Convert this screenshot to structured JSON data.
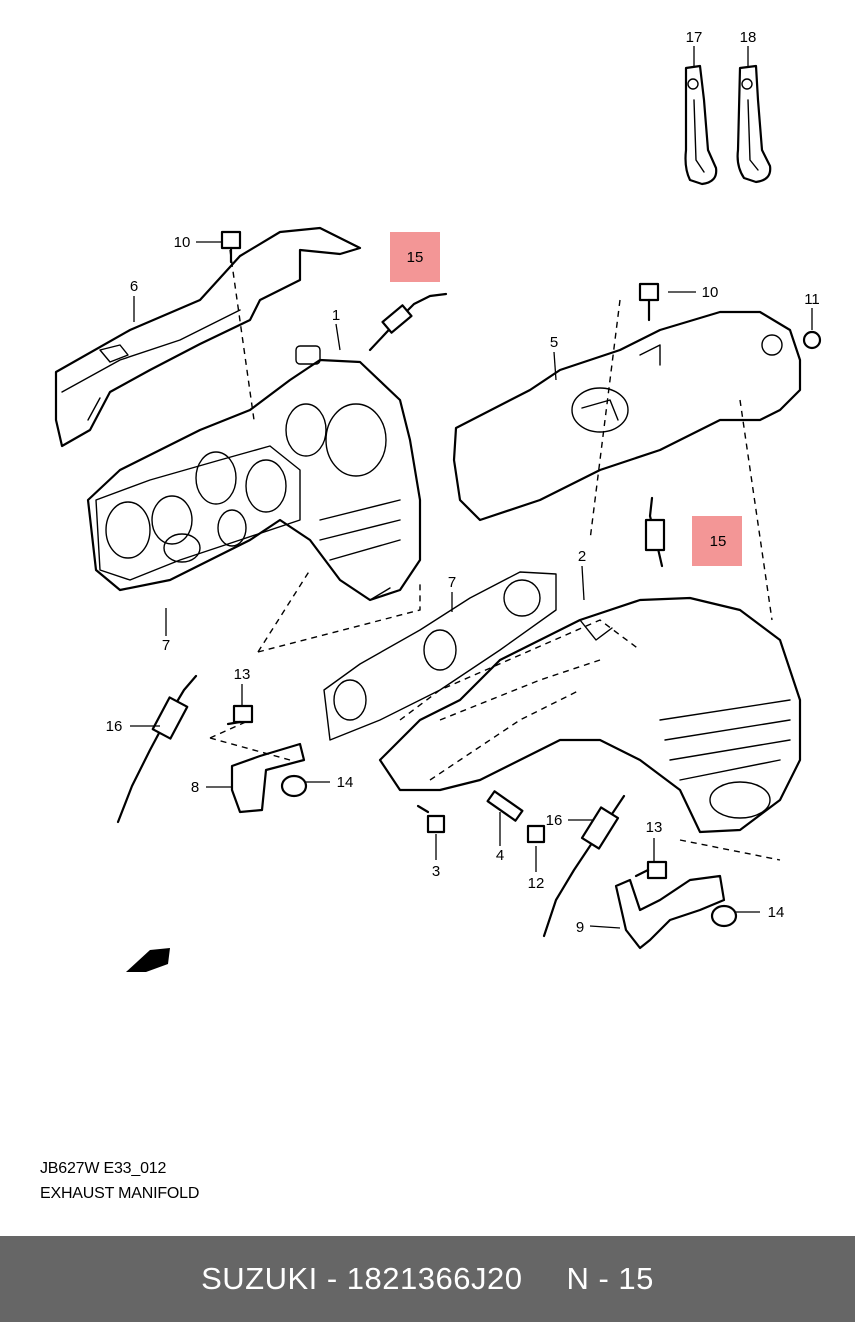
{
  "drawing": {
    "code": "JB627W E33_012",
    "title": "EXHAUST MANIFOLD"
  },
  "callouts": {
    "c1": "1",
    "c2": "2",
    "c3": "3",
    "c4": "4",
    "c5": "5",
    "c6": "6",
    "c7a": "7",
    "c7b": "7",
    "c8": "8",
    "c9": "9",
    "c10a": "10",
    "c10b": "10",
    "c11": "11",
    "c12": "12",
    "c13a": "13",
    "c13b": "13",
    "c14a": "14",
    "c14b": "14",
    "c15a": "15",
    "c15b": "15",
    "c16a": "16",
    "c16b": "16",
    "c17": "17",
    "c18": "18"
  },
  "highlight": {
    "part_number_label": "15",
    "color": "#f28b8b"
  },
  "footer": {
    "brand_part": "SUZUKI - 1821366J20",
    "position": "N - 15",
    "background": "#666666"
  }
}
